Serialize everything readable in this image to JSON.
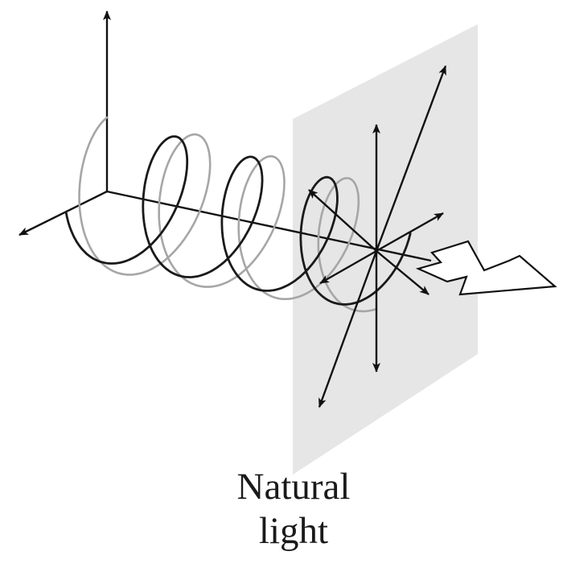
{
  "caption": {
    "line1": "Natural",
    "line2": "light"
  },
  "colors": {
    "background": "#ffffff",
    "plane": "#e6e6e6",
    "ink": "#111111",
    "wave_dark": "#1a1a1a",
    "wave_light": "#a6a6a6"
  },
  "icons": {
    "arrow": "arrowhead",
    "ray": "zigzag-light-ray-icon"
  }
}
